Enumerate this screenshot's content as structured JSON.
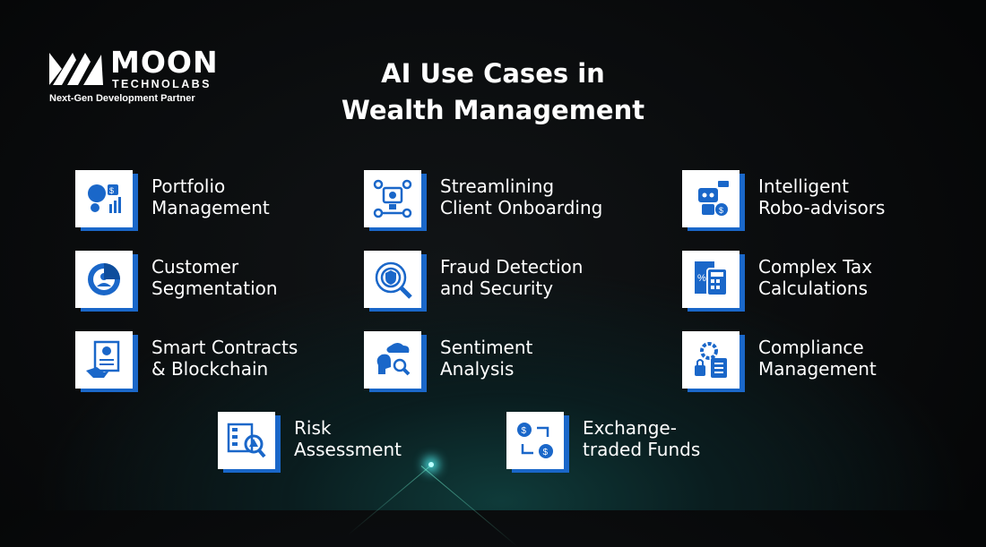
{
  "brand": {
    "name": "MOON",
    "sub": "TECHNOLABS",
    "tagline": "Next-Gen Development Partner"
  },
  "title": {
    "line1": "AI Use Cases in",
    "line2": "Wealth Management"
  },
  "accent_color": "#1a67c9",
  "cards": [
    {
      "line1": "Portfolio",
      "line2": "Management",
      "icon": "portfolio-icon"
    },
    {
      "line1": "Streamlining",
      "line2": "Client Onboarding",
      "icon": "onboarding-icon"
    },
    {
      "line1": "Intelligent",
      "line2": "Robo-advisors",
      "icon": "robot-icon"
    },
    {
      "line1": "Customer",
      "line2": "Segmentation",
      "icon": "segmentation-icon"
    },
    {
      "line1": "Fraud Detection",
      "line2": "and Security",
      "icon": "security-icon"
    },
    {
      "line1": "Complex Tax",
      "line2": "Calculations",
      "icon": "calculator-icon"
    },
    {
      "line1": "Smart Contracts",
      "line2": "& Blockchain",
      "icon": "contract-icon"
    },
    {
      "line1": "Sentiment",
      "line2": "Analysis",
      "icon": "sentiment-icon"
    },
    {
      "line1": "Compliance",
      "line2": "Management",
      "icon": "compliance-icon"
    },
    {
      "line1": "Risk",
      "line2": "Assessment",
      "icon": "risk-icon"
    },
    {
      "line1": "Exchange-",
      "line2": "traded Funds",
      "icon": "exchange-icon"
    }
  ]
}
